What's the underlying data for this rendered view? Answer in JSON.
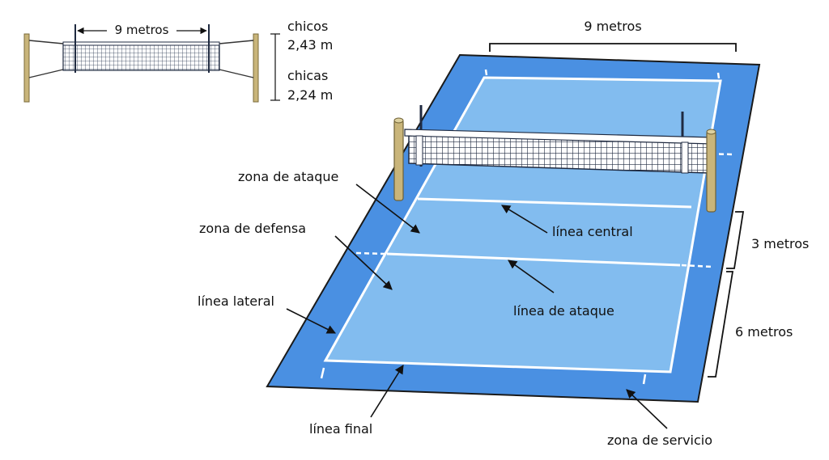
{
  "inset": {
    "width_label": "9 metros",
    "boys_label": "chicos",
    "boys_height": "2,43 m",
    "girls_label": "chicas",
    "girls_height": "2,24 m"
  },
  "court": {
    "width_label": "9 metros",
    "attack_depth_label": "3 metros",
    "defense_depth_label": "6 metros"
  },
  "labels": {
    "attack_zone": "zona de ataque",
    "defense_zone": "zona de defensa",
    "sideline": "línea lateral",
    "end_line": "línea final",
    "center_line": "línea central",
    "attack_line": "línea de ataque",
    "service_zone": "zona de servicio"
  },
  "colors": {
    "outer_blue": "#4a90e2",
    "court_blue": "#82bcef",
    "line_white": "#ffffff",
    "post_tan": "#c9b57a",
    "net_dark": "#1f2a40"
  }
}
